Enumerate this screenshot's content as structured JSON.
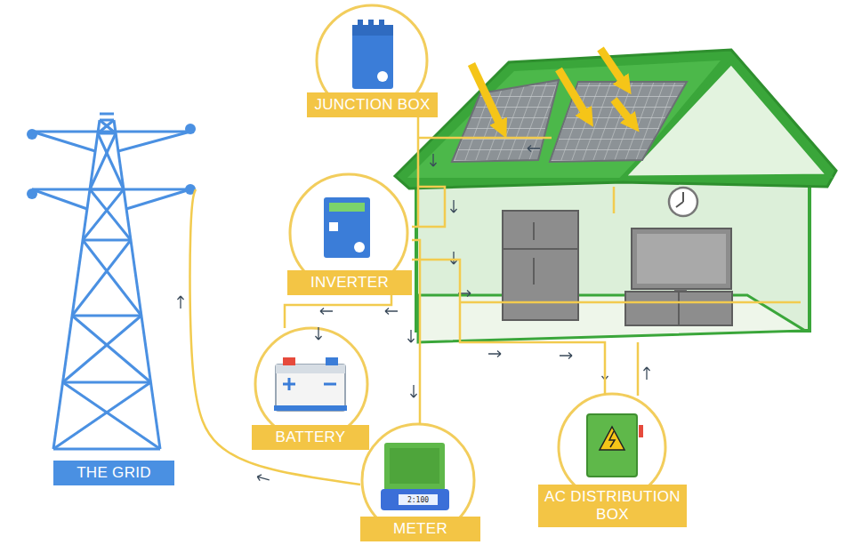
{
  "diagram": {
    "nodes": [
      {
        "text": [
          "JUNCTION BOX"
        ]
      },
      {
        "text": [
          "INVERTER"
        ]
      },
      {
        "text": [
          "BATTERY"
        ]
      },
      {
        "text": [
          "METER"
        ]
      },
      {
        "text": [
          "AC DISTRIBUTION BOX"
        ]
      },
      {
        "text": [
          "THE GRID"
        ]
      }
    ],
    "edges": [
      {
        "from": 0,
        "to": 1,
        "arrow": "none"
      },
      {
        "from": 1,
        "to": 2,
        "arrow": "none"
      },
      {
        "from": 1,
        "to": 3,
        "arrow": "none"
      },
      {
        "from": 1,
        "to": 4,
        "arrow": "none"
      },
      {
        "from": 3,
        "to": 5,
        "arrow": "none"
      }
    ],
    "labels": [
      "2:100"
    ]
  }
}
